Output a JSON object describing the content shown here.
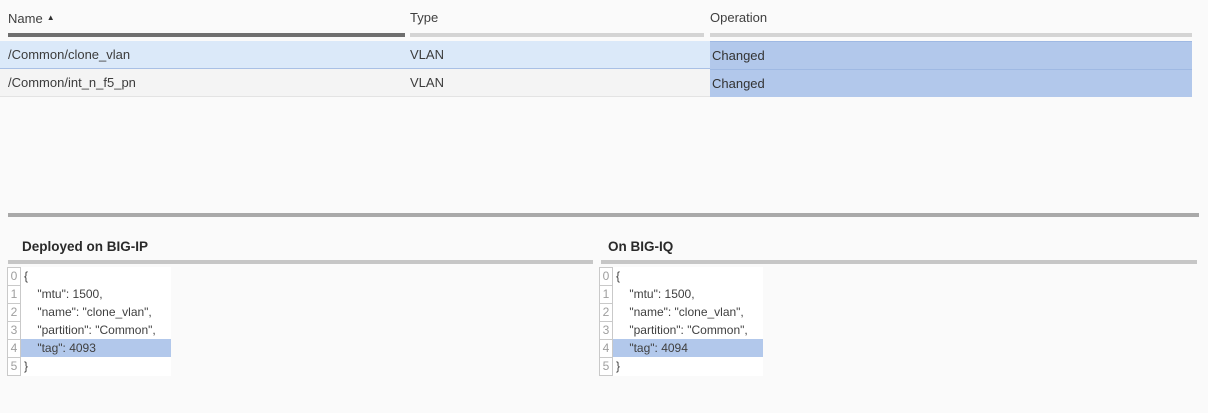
{
  "colors": {
    "page_background": "#fafafa",
    "selected_row_background": "#dbe9f9",
    "plain_row_background": "#f4f4f4",
    "diff_highlight_background": "#b2c8eb",
    "sorted_column_underline": "#6f6f6f",
    "column_underline": "#d4d4d4",
    "section_divider": "#a9a9a9"
  },
  "table": {
    "sort_icon": "▲",
    "columns": [
      {
        "label": "Name",
        "sorted": "ascending"
      },
      {
        "label": "Type",
        "sorted": "none"
      },
      {
        "label": "Operation",
        "sorted": "none"
      }
    ],
    "rows": [
      {
        "name": "/Common/clone_vlan",
        "type": "VLAN",
        "operation": "Changed",
        "selected": true
      },
      {
        "name": "/Common/int_n_f5_pn",
        "type": "VLAN",
        "operation": "Changed",
        "selected": false
      }
    ]
  },
  "diff": {
    "left": {
      "title": "Deployed on BIG-IP",
      "lines": [
        {
          "number": "0",
          "text": "{",
          "highlighted": false
        },
        {
          "number": "1",
          "text": "    \"mtu\": 1500,",
          "highlighted": false
        },
        {
          "number": "2",
          "text": "    \"name\": \"clone_vlan\",",
          "highlighted": false
        },
        {
          "number": "3",
          "text": "    \"partition\": \"Common\",",
          "highlighted": false
        },
        {
          "number": "4",
          "text": "    \"tag\": 4093",
          "highlighted": true
        },
        {
          "number": "5",
          "text": "}",
          "highlighted": false
        }
      ]
    },
    "right": {
      "title": "On BIG-IQ",
      "lines": [
        {
          "number": "0",
          "text": "{",
          "highlighted": false
        },
        {
          "number": "1",
          "text": "    \"mtu\": 1500,",
          "highlighted": false
        },
        {
          "number": "2",
          "text": "    \"name\": \"clone_vlan\",",
          "highlighted": false
        },
        {
          "number": "3",
          "text": "    \"partition\": \"Common\",",
          "highlighted": false
        },
        {
          "number": "4",
          "text": "    \"tag\": 4094",
          "highlighted": true
        },
        {
          "number": "5",
          "text": "}",
          "highlighted": false
        }
      ]
    }
  }
}
